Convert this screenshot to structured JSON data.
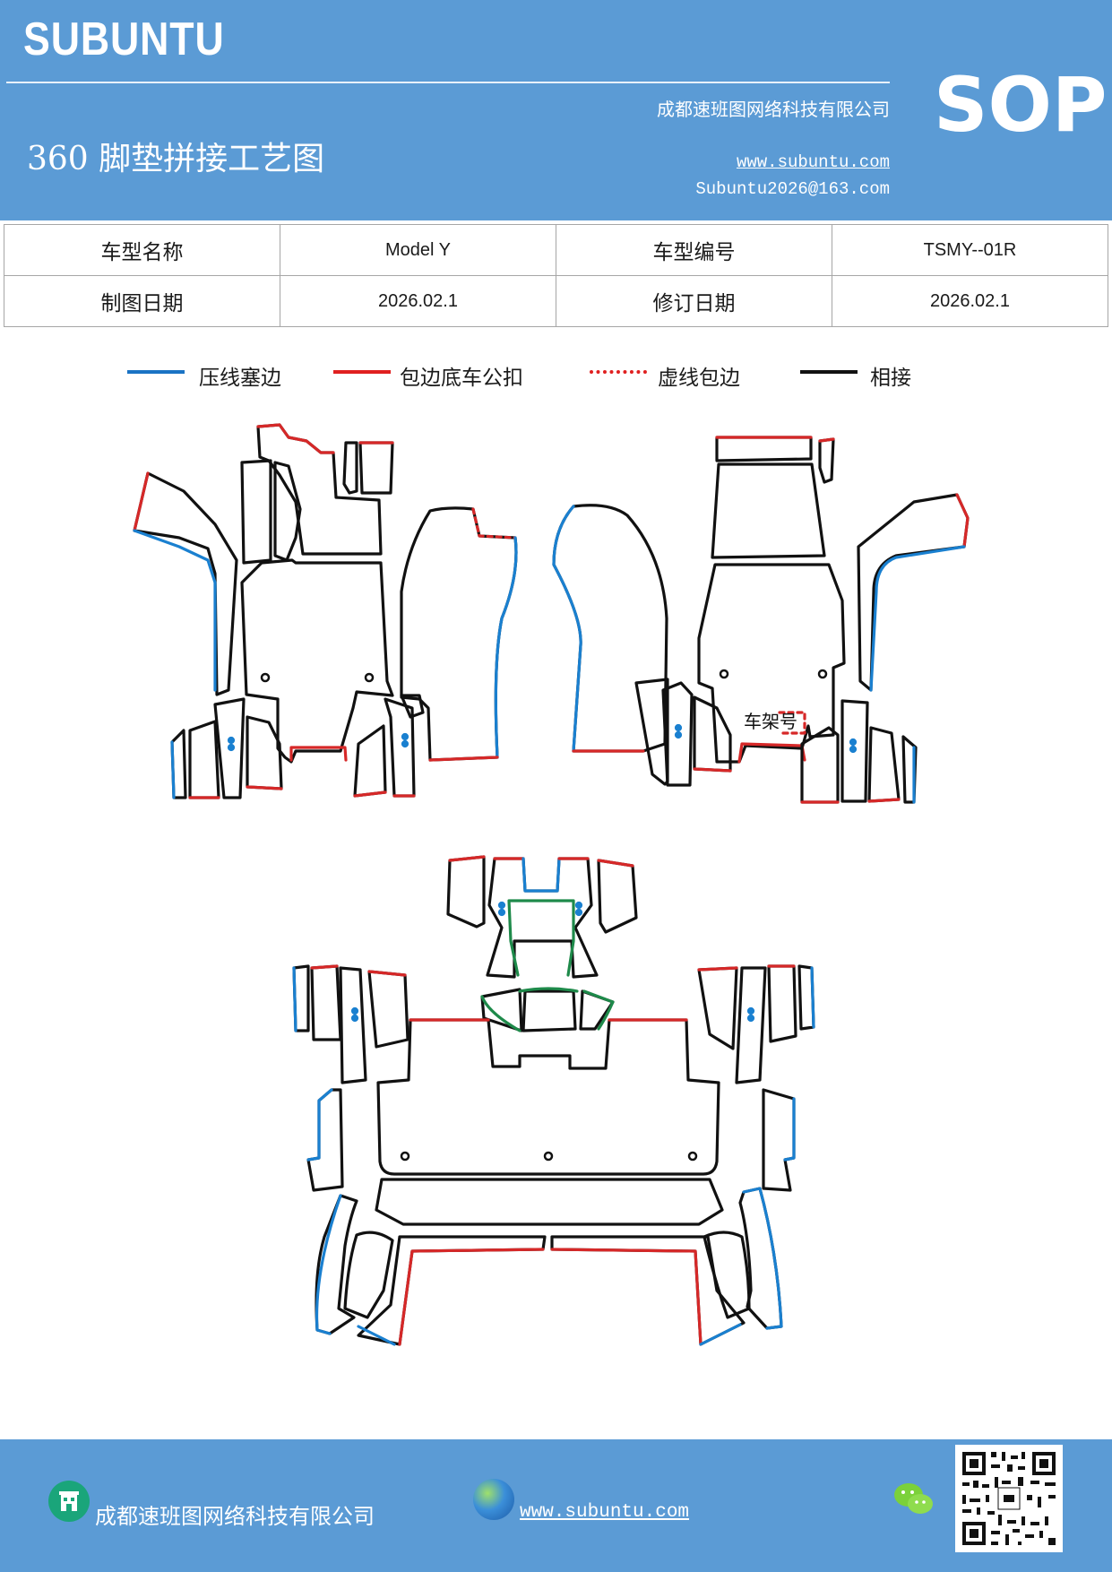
{
  "header": {
    "brand": "SUBUNTU",
    "company": "成都速班图网络科技有限公司",
    "title": "360 脚垫拼接工艺图",
    "website": "www.subuntu.com",
    "email": "Subuntu2026@163.com",
    "badge": "SOP"
  },
  "info_table": {
    "row1": {
      "label1": "车型名称",
      "value1": "Model Y",
      "label2": "车型编号",
      "value2": "TSMY--01R"
    },
    "row2": {
      "label1": "制图日期",
      "value1": "2026.02.1",
      "label2": "修订日期",
      "value2": "2026.02.1"
    }
  },
  "legend": [
    {
      "label": "压线塞边",
      "color": "#1a73c4",
      "style": "solid"
    },
    {
      "label": "包边底车公扣",
      "color": "#e02020",
      "style": "solid"
    },
    {
      "label": "虚线包边",
      "color": "#e02020",
      "style": "dotted"
    },
    {
      "label": "相接",
      "color": "#111111",
      "style": "solid"
    }
  ],
  "diagram": {
    "frame_label": "车架号",
    "colors": {
      "blue": "#1a80d0",
      "red": "#d62828",
      "black": "#111111",
      "green": "#1e8a4a"
    }
  },
  "footer": {
    "company": "成都速班图网络科技有限公司",
    "website": "www.subuntu.com",
    "icons": [
      "building-icon",
      "globe-icon",
      "wechat-icon",
      "qr-code"
    ]
  }
}
